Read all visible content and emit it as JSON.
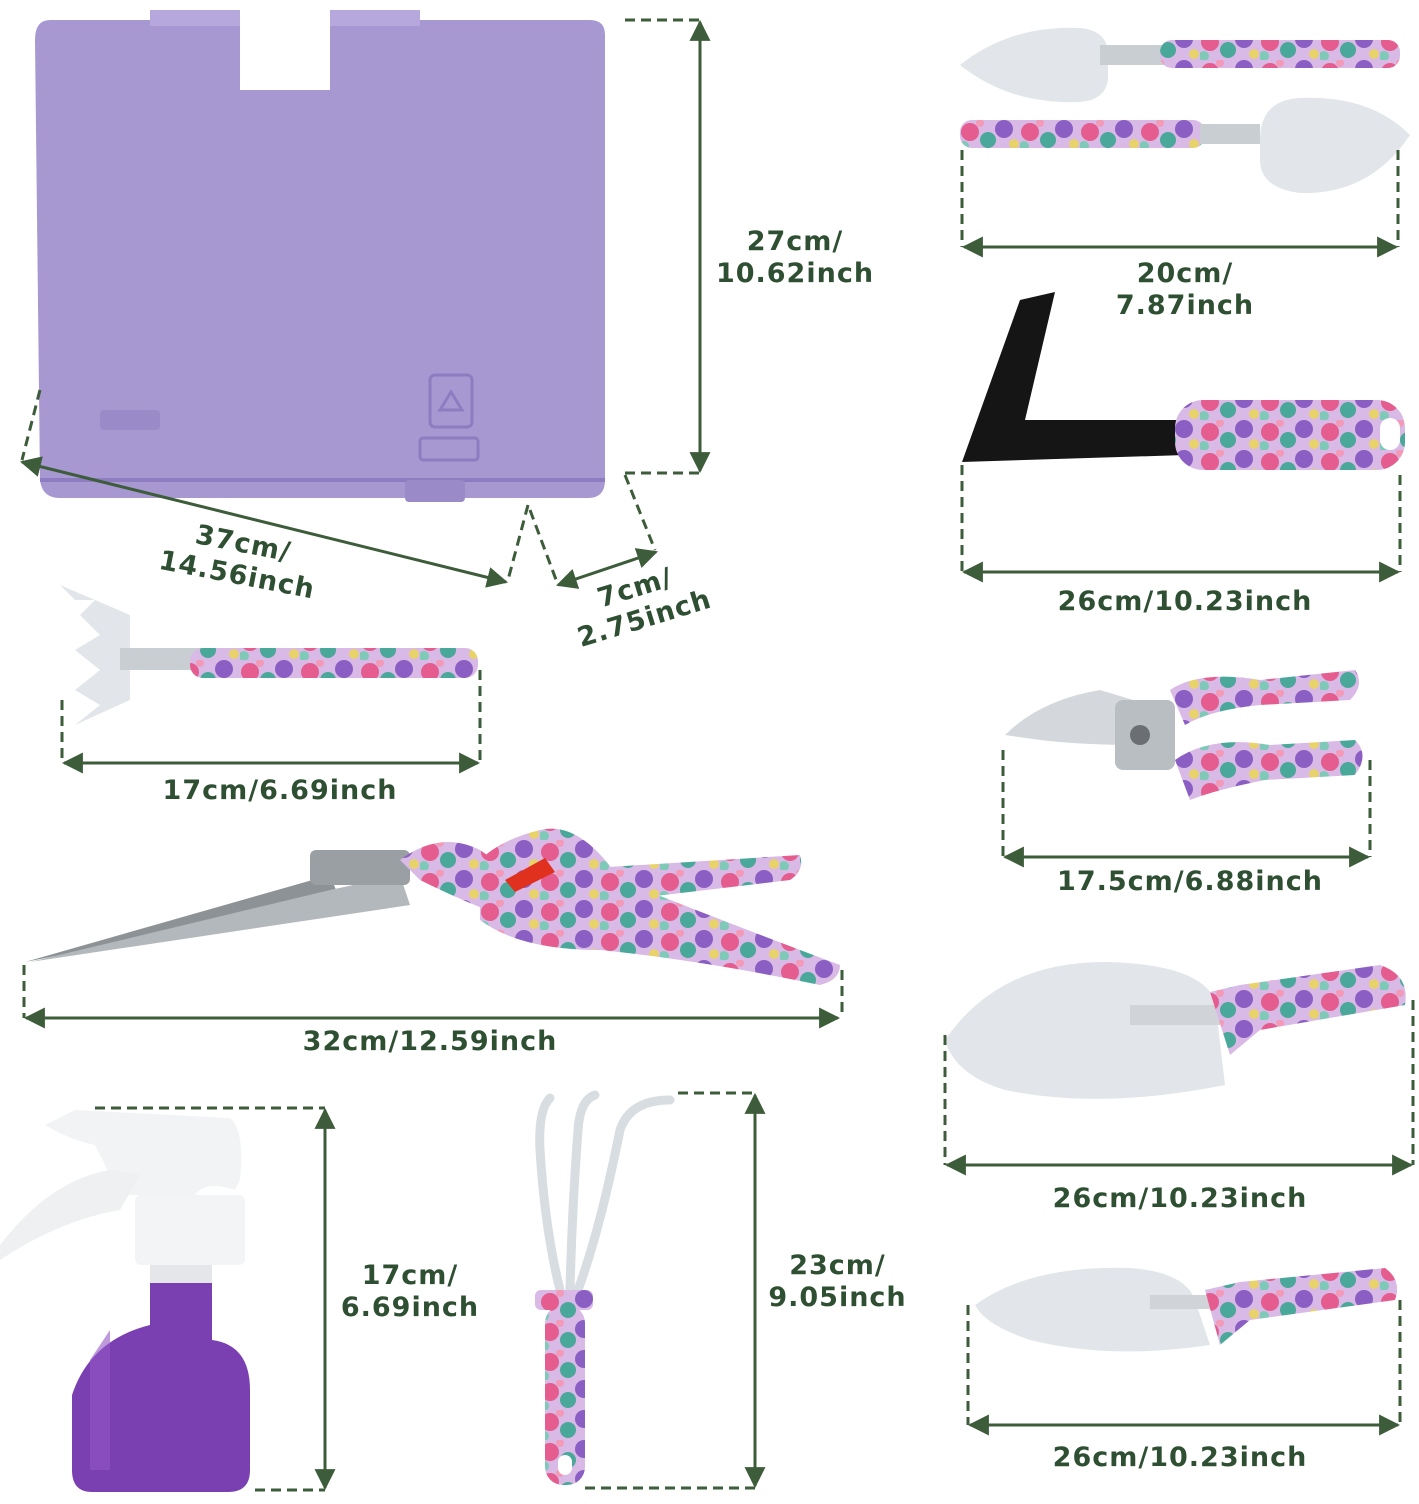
{
  "colors": {
    "dimension_line": "#3d5c3a",
    "label_text": "#2f4f33",
    "case_purple": "#a898d2",
    "case_purple_dark": "#8e7cc0",
    "bottle_purple": "#7a3fb0",
    "metal": "#e2e6ea",
    "black_blade": "#151515",
    "floral_pink": "#e55c8f",
    "floral_teal": "#4aa89a",
    "floral_purple": "#8a5ec2",
    "floral_yellow": "#e8d26a",
    "red_lock": "#e0301e"
  },
  "items": [
    {
      "id": "case-height",
      "line1": "27cm/",
      "line2": "10.62inch"
    },
    {
      "id": "case-width",
      "line1": "37cm/",
      "line2": "14.56inch"
    },
    {
      "id": "case-depth",
      "line1": "7cm/",
      "line2": "2.75inch"
    },
    {
      "id": "transplanters",
      "line1": "20cm/",
      "line2": "7.87inch"
    },
    {
      "id": "weeder",
      "line1": "26cm/10.23inch"
    },
    {
      "id": "cultivator-rake",
      "line1": "17cm/6.69inch"
    },
    {
      "id": "pruner",
      "line1": "17.5cm/6.88inch"
    },
    {
      "id": "grass-shears",
      "line1": "32cm/12.59inch"
    },
    {
      "id": "trowel-large",
      "line1": "26cm/10.23inch"
    },
    {
      "id": "spray-bottle",
      "line1": "17cm/",
      "line2": "6.69inch"
    },
    {
      "id": "hand-rake",
      "line1": "23cm/",
      "line2": "9.05inch"
    },
    {
      "id": "trowel-small",
      "line1": "26cm/10.23inch"
    }
  ]
}
